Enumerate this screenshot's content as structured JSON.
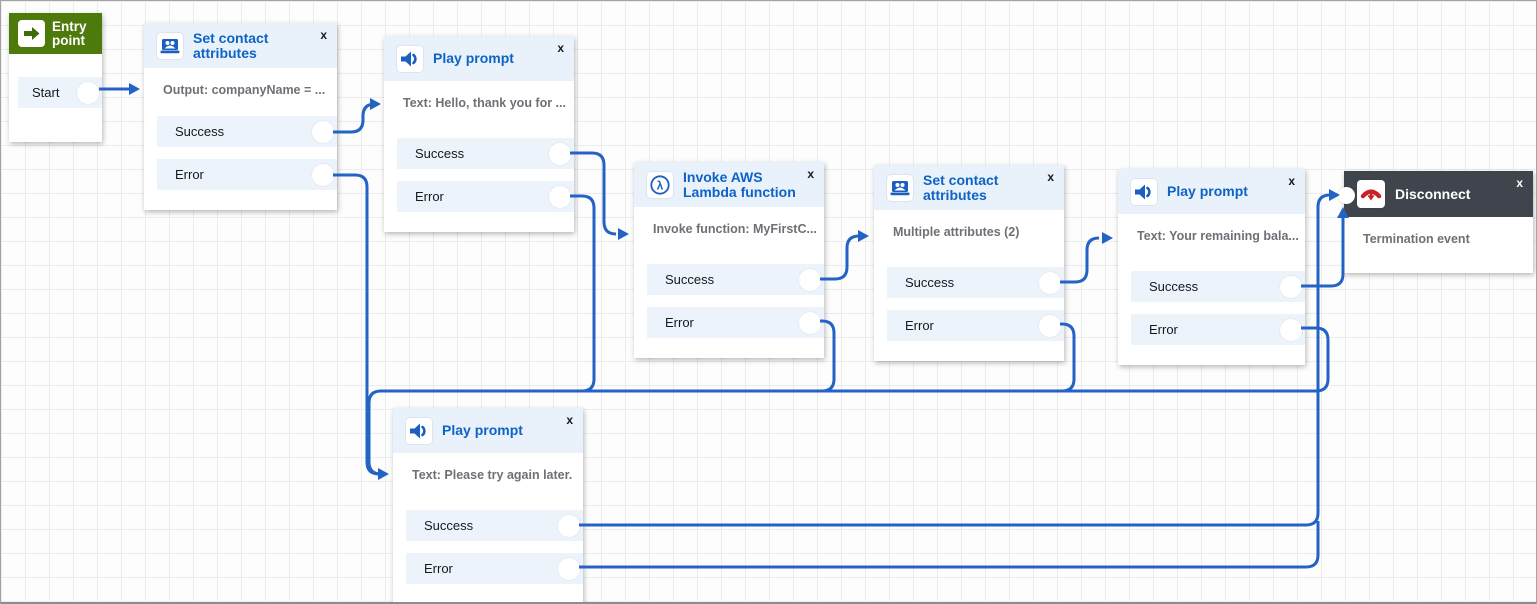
{
  "ui": {
    "close_label": "x"
  },
  "icons": {
    "lambda_glyph": "λ"
  },
  "colors": {
    "title_blue": "#0e63c5",
    "connector_blue": "#2463c6",
    "entry_green": "#4d7a0a",
    "node_header_bg": "#e9f1fb",
    "port_row_bg": "#ecf3fb",
    "disconnect_header_bg": "#40454d",
    "disconnect_icon_red": "#c7222c",
    "description_gray": "#6d7176"
  },
  "nodes": {
    "entry": {
      "title": "Entry point",
      "port": {
        "label": "Start"
      }
    },
    "sca1": {
      "title": "Set contact attributes",
      "description": "Output: companyName = ...",
      "ports": [
        {
          "label": "Success"
        },
        {
          "label": "Error"
        }
      ]
    },
    "pp1": {
      "title": "Play prompt",
      "description": "Text: Hello, thank you for ...",
      "ports": [
        {
          "label": "Success"
        },
        {
          "label": "Error"
        }
      ]
    },
    "lambda1": {
      "title": "Invoke AWS Lambda function",
      "description": "Invoke function: MyFirstC...",
      "ports": [
        {
          "label": "Success"
        },
        {
          "label": "Error"
        }
      ]
    },
    "sca2": {
      "title": "Set contact attributes",
      "description": "Multiple attributes (2)",
      "ports": [
        {
          "label": "Success"
        },
        {
          "label": "Error"
        }
      ]
    },
    "pp2": {
      "title": "Play prompt",
      "description": "Text: Your remaining bala...",
      "ports": [
        {
          "label": "Success"
        },
        {
          "label": "Error"
        }
      ]
    },
    "disconnect": {
      "title": "Disconnect",
      "description": "Termination event"
    },
    "pp3": {
      "title": "Play prompt",
      "description": "Text: Please try again later.",
      "ports": [
        {
          "label": "Success"
        },
        {
          "label": "Error"
        }
      ]
    }
  },
  "edges": [
    {
      "from": "entry.start",
      "to": "sca1"
    },
    {
      "from": "sca1.success",
      "to": "pp1"
    },
    {
      "from": "sca1.error",
      "to": "pp3"
    },
    {
      "from": "pp1.success",
      "to": "lambda1"
    },
    {
      "from": "pp1.error",
      "to": "pp3"
    },
    {
      "from": "lambda1.success",
      "to": "sca2"
    },
    {
      "from": "lambda1.error",
      "to": "pp3"
    },
    {
      "from": "sca2.success",
      "to": "pp2"
    },
    {
      "from": "sca2.error",
      "to": "pp3"
    },
    {
      "from": "pp2.success",
      "to": "disconnect"
    },
    {
      "from": "pp2.error",
      "to": "pp3"
    },
    {
      "from": "pp3.success",
      "to": "disconnect"
    },
    {
      "from": "pp3.error",
      "to": "disconnect"
    }
  ]
}
